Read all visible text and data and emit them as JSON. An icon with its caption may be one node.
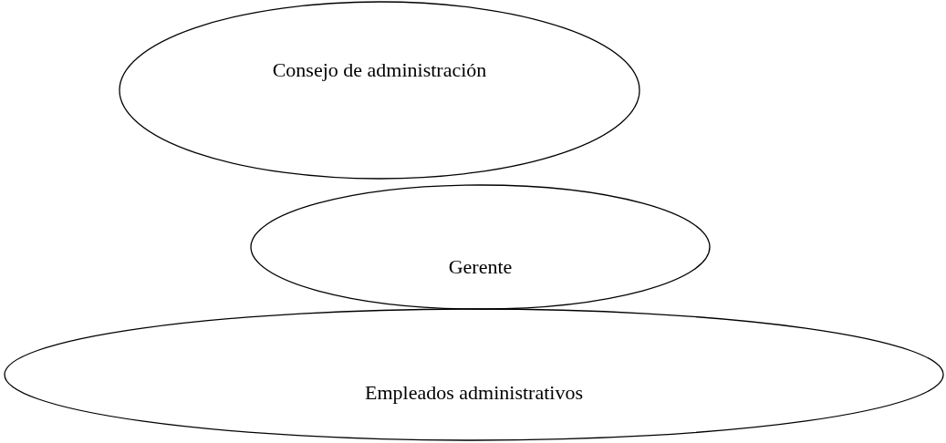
{
  "diagram": {
    "nodes": [
      {
        "text": [
          "Consejo de administración"
        ]
      },
      {
        "text": [
          "Gerente"
        ]
      },
      {
        "text": [
          "Empleados administrativos"
        ]
      }
    ]
  }
}
